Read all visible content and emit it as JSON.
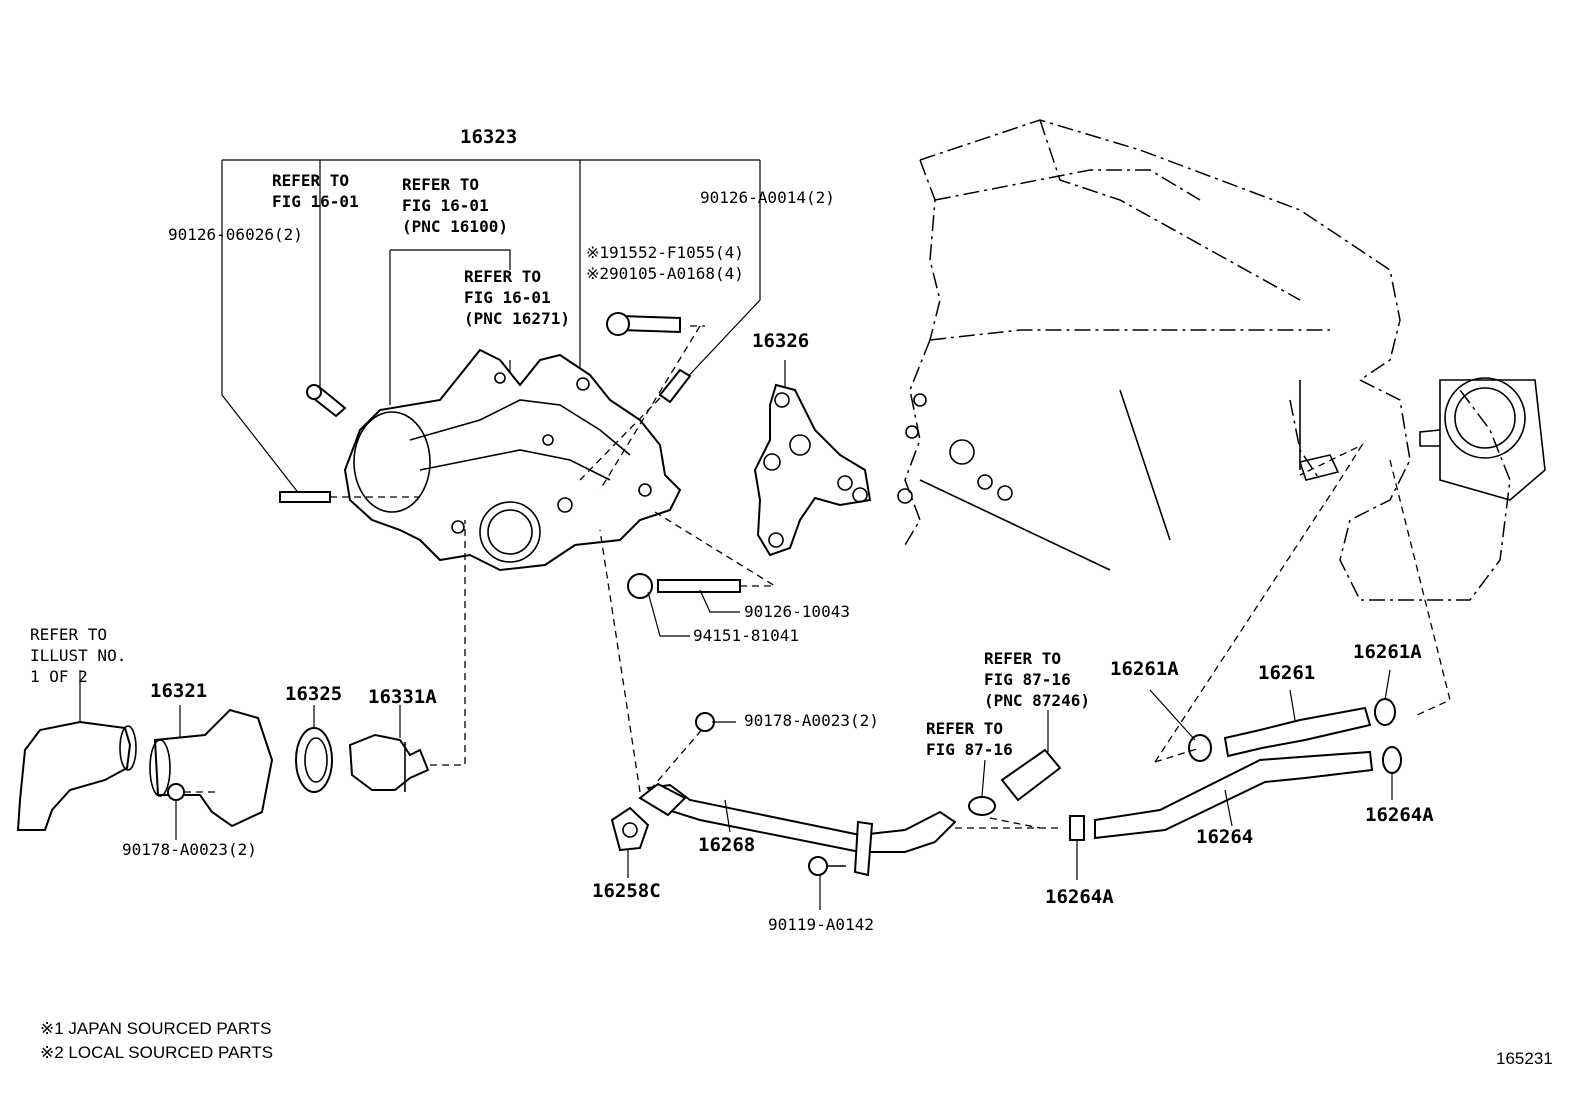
{
  "figure_id": "165231",
  "labels": {
    "water_pump_assy": "16323",
    "bolt_06026": "90126-06026(2)",
    "bolt_a0014": "90126-A0014(2)",
    "bolt_f1055": "※191552-F1055(4)",
    "bolt_a0168": "※290105-A0168(4)",
    "gasket_16326": "16326",
    "stud_10043": "90126-10043",
    "nut_81041": "94151-81041",
    "inlet_16321": "16321",
    "gasket_16325": "16325",
    "thermostat_16331a": "16331A",
    "bolt_a0023_left": "90178-A0023(2)",
    "bolt_a0023_mid": "90178-A0023(2)",
    "pipe_16268": "16268",
    "gasket_16258c": "16258C",
    "bolt_a0142": "90119-A0142",
    "clamp_16264a_bottom": "16264A",
    "hose_16264": "16264",
    "clamp_16264a_right": "16264A",
    "clamp_16261a_left": "16261A",
    "hose_16261": "16261",
    "clamp_16261a_right": "16261A"
  },
  "refers": {
    "ref_fig1601_a": "REFER TO\nFIG 16-01",
    "ref_fig1601_b": "REFER TO\nFIG 16-01\n(PNC 16100)",
    "ref_fig1601_c": "REFER TO\nFIG 16-01\n(PNC 16271)",
    "ref_illust": "REFER TO\nILLUST NO.\n1 OF 2",
    "ref_fig8716_a": "REFER TO\nFIG 87-16\n(PNC 87246)",
    "ref_fig8716_b": "REFER TO\nFIG 87-16"
  },
  "notes": {
    "note_japan": "※1 JAPAN SOURCED PARTS",
    "note_local": "※2 LOCAL SOURCED PARTS"
  }
}
